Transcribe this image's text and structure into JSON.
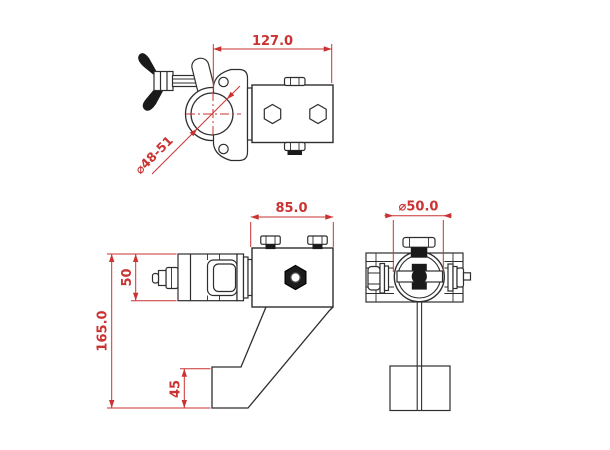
{
  "meta": {
    "type": "technical-drawing",
    "description": "Three-view engineering drawing of a swivel truss clamp bracket with dimension annotations"
  },
  "colors": {
    "background": "#ffffff",
    "line": "#2e2e2e",
    "dimension": "#cb3232",
    "dark_fill": "#1a1a1a"
  },
  "views": {
    "top": {
      "label": "top-view",
      "dimensions": {
        "overall_width": "127.0",
        "clamp_range_diameter": "⌀48-51"
      }
    },
    "side": {
      "label": "side-view",
      "dimensions": {
        "block_width": "85.0",
        "clamp_height": "50",
        "overall_height": "165.0",
        "foot_height": "45"
      }
    },
    "front": {
      "label": "front-view",
      "dimensions": {
        "tube_diameter": "⌀50.0"
      }
    }
  }
}
